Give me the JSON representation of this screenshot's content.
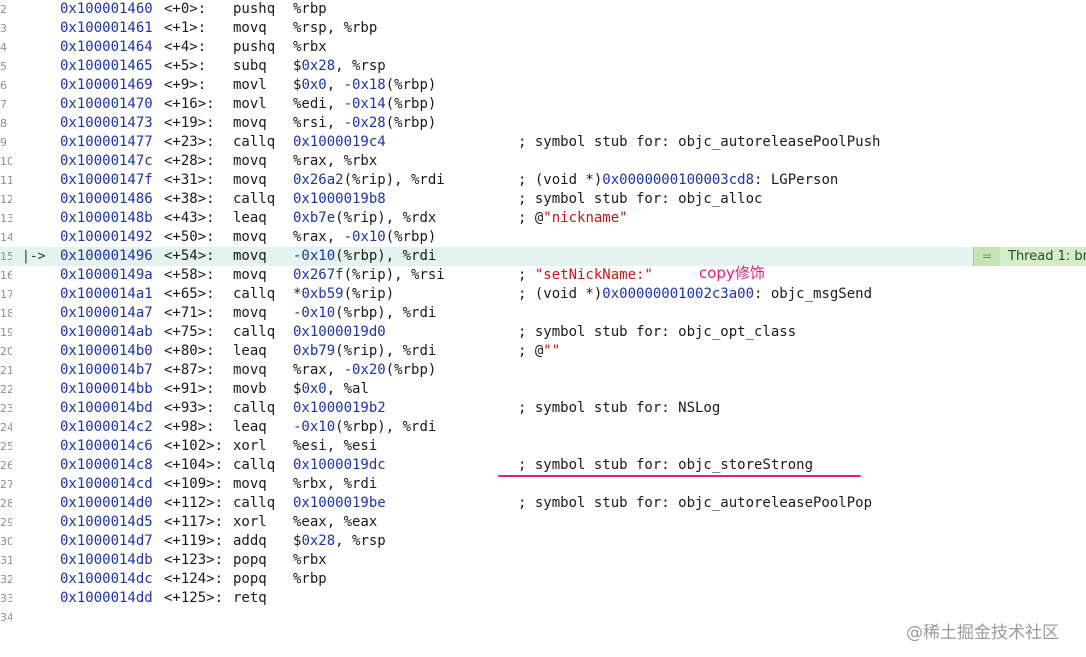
{
  "rows": [
    {
      "ln": "2",
      "addr": "0x100001460",
      "off": "<+0>:",
      "mn": "pushq",
      "ops": [
        {
          "t": "%rbp"
        }
      ],
      "cmt": []
    },
    {
      "ln": "3",
      "addr": "0x100001461",
      "off": "<+1>:",
      "mn": "movq",
      "ops": [
        {
          "t": "%rsp, %rbp"
        }
      ],
      "cmt": []
    },
    {
      "ln": "4",
      "addr": "0x100001464",
      "off": "<+4>:",
      "mn": "pushq",
      "ops": [
        {
          "t": "%rbx"
        }
      ],
      "cmt": []
    },
    {
      "ln": "5",
      "addr": "0x100001465",
      "off": "<+5>:",
      "mn": "subq",
      "ops": [
        {
          "t": "$"
        },
        {
          "t": "0x28",
          "c": "num"
        },
        {
          "t": ", %rsp"
        }
      ],
      "cmt": []
    },
    {
      "ln": "6",
      "addr": "0x100001469",
      "off": "<+9>:",
      "mn": "movl",
      "ops": [
        {
          "t": "$"
        },
        {
          "t": "0x0",
          "c": "num"
        },
        {
          "t": ", "
        },
        {
          "t": "-0x18",
          "c": "num"
        },
        {
          "t": "(%rbp)"
        }
      ],
      "cmt": []
    },
    {
      "ln": "7",
      "addr": "0x100001470",
      "off": "<+16>:",
      "mn": "movl",
      "ops": [
        {
          "t": "%edi, "
        },
        {
          "t": "-0x14",
          "c": "num"
        },
        {
          "t": "(%rbp)"
        }
      ],
      "cmt": []
    },
    {
      "ln": "8",
      "addr": "0x100001473",
      "off": "<+19>:",
      "mn": "movq",
      "ops": [
        {
          "t": "%rsi, "
        },
        {
          "t": "-0x28",
          "c": "num"
        },
        {
          "t": "(%rbp)"
        }
      ],
      "cmt": []
    },
    {
      "ln": "9",
      "addr": "0x100001477",
      "off": "<+23>:",
      "mn": "callq",
      "ops": [
        {
          "t": "0x1000019c4",
          "c": "num"
        }
      ],
      "cmt": [
        {
          "t": "; symbol stub for: objc_autoreleasePoolPush"
        }
      ]
    },
    {
      "ln": "10",
      "addr": "0x10000147c",
      "off": "<+28>:",
      "mn": "movq",
      "ops": [
        {
          "t": "%rax, %rbx"
        }
      ],
      "cmt": []
    },
    {
      "ln": "11",
      "addr": "0x10000147f",
      "off": "<+31>:",
      "mn": "movq",
      "ops": [
        {
          "t": "0x26a2",
          "c": "num"
        },
        {
          "t": "(%rip), %rdi"
        }
      ],
      "cmt": [
        {
          "t": "; (void *)"
        },
        {
          "t": "0x0000000100003cd8",
          "c": "num"
        },
        {
          "t": ": LGPerson"
        }
      ]
    },
    {
      "ln": "12",
      "addr": "0x100001486",
      "off": "<+38>:",
      "mn": "callq",
      "ops": [
        {
          "t": "0x1000019b8",
          "c": "num"
        }
      ],
      "cmt": [
        {
          "t": "; symbol stub for: objc_alloc"
        }
      ]
    },
    {
      "ln": "13",
      "addr": "0x10000148b",
      "off": "<+43>:",
      "mn": "leaq",
      "ops": [
        {
          "t": "0xb7e",
          "c": "num"
        },
        {
          "t": "(%rip), %rdx"
        }
      ],
      "cmt": [
        {
          "t": "; @"
        },
        {
          "t": "\"nickname\"",
          "c": "str"
        }
      ]
    },
    {
      "ln": "14",
      "addr": "0x100001492",
      "off": "<+50>:",
      "mn": "movq",
      "ops": [
        {
          "t": "%rax, "
        },
        {
          "t": "-0x10",
          "c": "num"
        },
        {
          "t": "(%rbp)"
        }
      ],
      "cmt": []
    },
    {
      "ln": "15",
      "addr": "0x100001496",
      "off": "<+54>:",
      "mn": "movq",
      "ops": [
        {
          "t": "-0x10",
          "c": "num"
        },
        {
          "t": "(%rbp), %rdi"
        }
      ],
      "cmt": [],
      "current": true
    },
    {
      "ln": "16",
      "addr": "0x10000149a",
      "off": "<+58>:",
      "mn": "movq",
      "ops": [
        {
          "t": "0x267f",
          "c": "num"
        },
        {
          "t": "(%rip), %rsi"
        }
      ],
      "cmt": [
        {
          "t": "; "
        },
        {
          "t": "\"setNickName:\"",
          "c": "str"
        }
      ]
    },
    {
      "ln": "17",
      "addr": "0x1000014a1",
      "off": "<+65>:",
      "mn": "callq",
      "ops": [
        {
          "t": "*"
        },
        {
          "t": "0xb59",
          "c": "num"
        },
        {
          "t": "(%rip)"
        }
      ],
      "cmt": [
        {
          "t": "; (void *)"
        },
        {
          "t": "0x00000001002c3a00",
          "c": "num"
        },
        {
          "t": ": objc_msgSend"
        }
      ]
    },
    {
      "ln": "18",
      "addr": "0x1000014a7",
      "off": "<+71>:",
      "mn": "movq",
      "ops": [
        {
          "t": "-0x10",
          "c": "num"
        },
        {
          "t": "(%rbp), %rdi"
        }
      ],
      "cmt": []
    },
    {
      "ln": "19",
      "addr": "0x1000014ab",
      "off": "<+75>:",
      "mn": "callq",
      "ops": [
        {
          "t": "0x1000019d0",
          "c": "num"
        }
      ],
      "cmt": [
        {
          "t": "; symbol stub for: objc_opt_class"
        }
      ]
    },
    {
      "ln": "20",
      "addr": "0x1000014b0",
      "off": "<+80>:",
      "mn": "leaq",
      "ops": [
        {
          "t": "0xb79",
          "c": "num"
        },
        {
          "t": "(%rip), %rdi"
        }
      ],
      "cmt": [
        {
          "t": "; @"
        },
        {
          "t": "\"\"",
          "c": "str"
        }
      ]
    },
    {
      "ln": "21",
      "addr": "0x1000014b7",
      "off": "<+87>:",
      "mn": "movq",
      "ops": [
        {
          "t": "%rax, "
        },
        {
          "t": "-0x20",
          "c": "num"
        },
        {
          "t": "(%rbp)"
        }
      ],
      "cmt": []
    },
    {
      "ln": "22",
      "addr": "0x1000014bb",
      "off": "<+91>:",
      "mn": "movb",
      "ops": [
        {
          "t": "$"
        },
        {
          "t": "0x0",
          "c": "num"
        },
        {
          "t": ", %al"
        }
      ],
      "cmt": []
    },
    {
      "ln": "23",
      "addr": "0x1000014bd",
      "off": "<+93>:",
      "mn": "callq",
      "ops": [
        {
          "t": "0x1000019b2",
          "c": "num"
        }
      ],
      "cmt": [
        {
          "t": "; symbol stub for: NSLog"
        }
      ]
    },
    {
      "ln": "24",
      "addr": "0x1000014c2",
      "off": "<+98>:",
      "mn": "leaq",
      "ops": [
        {
          "t": "-0x10",
          "c": "num"
        },
        {
          "t": "(%rbp), %rdi"
        }
      ],
      "cmt": []
    },
    {
      "ln": "25",
      "addr": "0x1000014c6",
      "off": "<+102>:",
      "mn": "xorl",
      "ops": [
        {
          "t": "%esi, %esi"
        }
      ],
      "cmt": []
    },
    {
      "ln": "26",
      "addr": "0x1000014c8",
      "off": "<+104>:",
      "mn": "callq",
      "ops": [
        {
          "t": "0x1000019dc",
          "c": "num"
        }
      ],
      "cmt": [
        {
          "t": "; symbol stub for: objc_storeStrong"
        }
      ]
    },
    {
      "ln": "27",
      "addr": "0x1000014cd",
      "off": "<+109>:",
      "mn": "movq",
      "ops": [
        {
          "t": "%rbx, %rdi"
        }
      ],
      "cmt": []
    },
    {
      "ln": "28",
      "addr": "0x1000014d0",
      "off": "<+112>:",
      "mn": "callq",
      "ops": [
        {
          "t": "0x1000019be",
          "c": "num"
        }
      ],
      "cmt": [
        {
          "t": "; symbol stub for: objc_autoreleasePoolPop"
        }
      ]
    },
    {
      "ln": "29",
      "addr": "0x1000014d5",
      "off": "<+117>:",
      "mn": "xorl",
      "ops": [
        {
          "t": "%eax, %eax"
        }
      ],
      "cmt": []
    },
    {
      "ln": "30",
      "addr": "0x1000014d7",
      "off": "<+119>:",
      "mn": "addq",
      "ops": [
        {
          "t": "$"
        },
        {
          "t": "0x28",
          "c": "num"
        },
        {
          "t": ", %rsp"
        }
      ],
      "cmt": []
    },
    {
      "ln": "31",
      "addr": "0x1000014db",
      "off": "<+123>:",
      "mn": "popq",
      "ops": [
        {
          "t": "%rbx"
        }
      ],
      "cmt": []
    },
    {
      "ln": "32",
      "addr": "0x1000014dc",
      "off": "<+124>:",
      "mn": "popq",
      "ops": [
        {
          "t": "%rbp"
        }
      ],
      "cmt": []
    },
    {
      "ln": "33",
      "addr": "0x1000014dd",
      "off": "<+125>:",
      "mn": "retq",
      "ops": [],
      "cmt": []
    },
    {
      "ln": "34",
      "addr": "",
      "off": "",
      "mn": "",
      "ops": [],
      "cmt": []
    }
  ],
  "current_line_marker": "|->",
  "thread_badge": {
    "icon": "equals-icon",
    "icon_glyph": "=",
    "label": "Thread 1: br"
  },
  "annotation": {
    "text": "copy修饰",
    "color": "#e0207a"
  },
  "watermark": "@稀土掘金技术社区",
  "colors": {
    "number": "#1c34a8",
    "string": "#c41a16",
    "current_line_bg": "#e4f3ef",
    "annotation": "#e0207a"
  }
}
